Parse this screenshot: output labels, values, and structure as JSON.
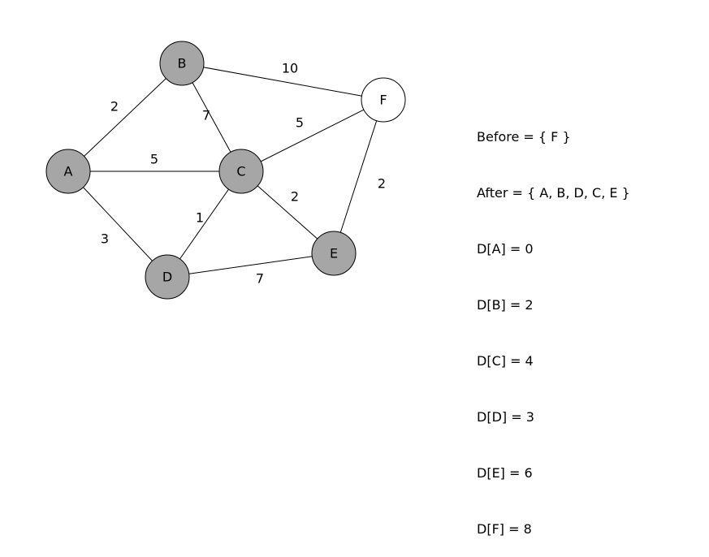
{
  "colors": {
    "visited_fill": "#a6a6a6",
    "unvisited_fill": "#ffffff",
    "stroke": "#000000",
    "text": "#000000"
  },
  "graph": {
    "nodes": [
      {
        "id": "A",
        "label": "A",
        "visited": true
      },
      {
        "id": "B",
        "label": "B",
        "visited": true
      },
      {
        "id": "C",
        "label": "C",
        "visited": true
      },
      {
        "id": "D",
        "label": "D",
        "visited": true
      },
      {
        "id": "E",
        "label": "E",
        "visited": true
      },
      {
        "id": "F",
        "label": "F",
        "visited": false
      }
    ],
    "edges": [
      {
        "from": "A",
        "to": "B",
        "weight": "2"
      },
      {
        "from": "A",
        "to": "C",
        "weight": "5"
      },
      {
        "from": "A",
        "to": "D",
        "weight": "3"
      },
      {
        "from": "B",
        "to": "C",
        "weight": "7"
      },
      {
        "from": "B",
        "to": "F",
        "weight": "10"
      },
      {
        "from": "C",
        "to": "F",
        "weight": "5"
      },
      {
        "from": "C",
        "to": "D",
        "weight": "1"
      },
      {
        "from": "C",
        "to": "E",
        "weight": "2"
      },
      {
        "from": "D",
        "to": "E",
        "weight": "7"
      },
      {
        "from": "E",
        "to": "F",
        "weight": "2"
      }
    ]
  },
  "status": {
    "before": "Before = { F }",
    "after": "After = { A, B, D, C, E }",
    "distances": [
      "D[A] = 0",
      "D[B] = 2",
      "D[C] = 4",
      "D[D] = 3",
      "D[E] = 6",
      "D[F] = 8"
    ]
  }
}
